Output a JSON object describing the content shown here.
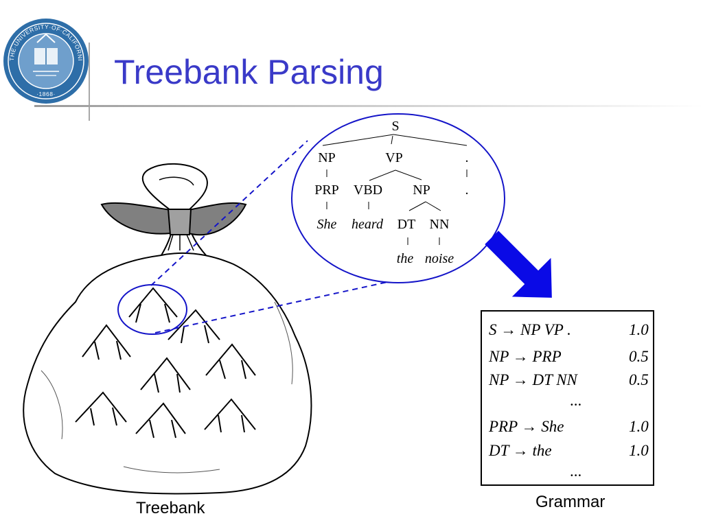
{
  "header": {
    "title": "Treebank Parsing",
    "logo_text_top": "THE·UNIVERSITY·OF·CALIFORNIA·BERKELEY",
    "logo_year": "·1868·",
    "accent_color": "#3a3ac8",
    "logo_color": "#2e6ea8"
  },
  "tree": {
    "root": "S",
    "level1": [
      "NP",
      "VP",
      "."
    ],
    "level2": [
      "PRP",
      "VBD",
      "NP",
      "."
    ],
    "level3_nodes": [
      "DT",
      "NN"
    ],
    "words_row1": [
      "She",
      "heard"
    ],
    "words_row2": [
      "the",
      "noise"
    ]
  },
  "grammar": {
    "rules": [
      {
        "lhs": "S",
        "rhs": "NP VP .",
        "prob": "1.0"
      },
      {
        "lhs": "NP",
        "rhs": "PRP",
        "prob": "0.5"
      },
      {
        "lhs": "NP",
        "rhs": "DT NN",
        "prob": "0.5"
      },
      {
        "lhs": "PRP",
        "rhs": "She",
        "prob": "1.0"
      },
      {
        "lhs": "DT",
        "rhs": "the",
        "prob": "1.0"
      }
    ],
    "arrow": "→",
    "ellipsis": "..."
  },
  "labels": {
    "treebank": "Treebank",
    "grammar": "Grammar"
  },
  "colors": {
    "highlight": "#1414c8",
    "arrow": "#0a0ae6",
    "bag_knot": "#808080"
  }
}
